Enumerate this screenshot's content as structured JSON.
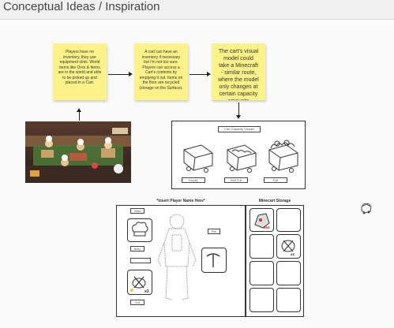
{
  "page": {
    "title": "Conceptual Ideas / Inspiration"
  },
  "notes": [
    {
      "id": "note-1",
      "text": "Players have no inventory, they use equipment slots. World items like Ores & Items are in the world and able to be picked up and placed in a Cart."
    },
    {
      "id": "note-2",
      "text": "A cart can have an inventory if necessary but I'm not too sure. Players can access a Cart's contents by emptying it out. Items on the floor are recycled (storage on the Surface)."
    },
    {
      "id": "note-3",
      "text": "The cart's visual model could take a Minecraft - similar route, where the model only changes at certain capacity amounts"
    }
  ],
  "cart_concept": {
    "header": "Cart Capacity Visuals",
    "labels": [
      "Empty",
      "Half Full",
      "Full"
    ]
  },
  "player_ui": {
    "title": "*Insert Player Name Here*",
    "left_label_top": "Head",
    "left_label_mid": "Body",
    "left_label_bottom": "Tool",
    "tool_count": "x3",
    "right_label": "Pick"
  },
  "minecart_storage": {
    "title": "Minecart Storage",
    "slot_badges": [
      "x64",
      "x1"
    ]
  },
  "colors": {
    "sticky": "#fdf288",
    "background": "#fafafa",
    "ink": "#222222"
  }
}
